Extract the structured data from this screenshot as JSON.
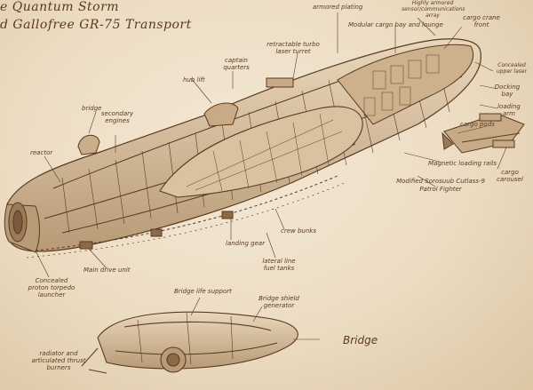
{
  "title": {
    "line1": "e Quantum Storm",
    "line2": "d Gallofree GR-75 Transport"
  },
  "labels": {
    "armored_plating": "armored plating",
    "highly_armored_sensor": "Highly armored sensor/communications array",
    "cargo_crane": "cargo crane front",
    "modular_cargo": "Modular cargo bay and lounge",
    "retractable_turbo": "retractable turbo laser turret",
    "captain_quarters": "captain quarters",
    "concealed_upper_laser": "Concealed upper laser",
    "docking_bay": "Docking bay",
    "loading_arm": "loading arm",
    "cargo_pods": "cargo pods",
    "hub_lift": "hub lift",
    "bridge": "bridge",
    "secondary_engines": "secondary engines",
    "reactor": "reactor",
    "magnetic_loading": "Magnetic loading rails",
    "modified_cutlass": "Modified Sorosuub Cutlass-9 Patrol Fighter",
    "cargo_carousel": "cargo carousel",
    "crew_bunks": "crew bunks",
    "landing_gear": "landing gear",
    "lateral_fuel": "lateral line fuel tanks",
    "concealed_proton": "Concealed proton torpedo launcher",
    "main_drive": "Main drive unit",
    "bridge_life_support": "Bridge life support",
    "bridge_shield": "Bridge shield generator",
    "bridge_big": "Bridge",
    "radiator": "radiator and articulated thrust burners"
  },
  "colors": {
    "paper": "#efe2cc",
    "ink": "#5b3a22"
  }
}
